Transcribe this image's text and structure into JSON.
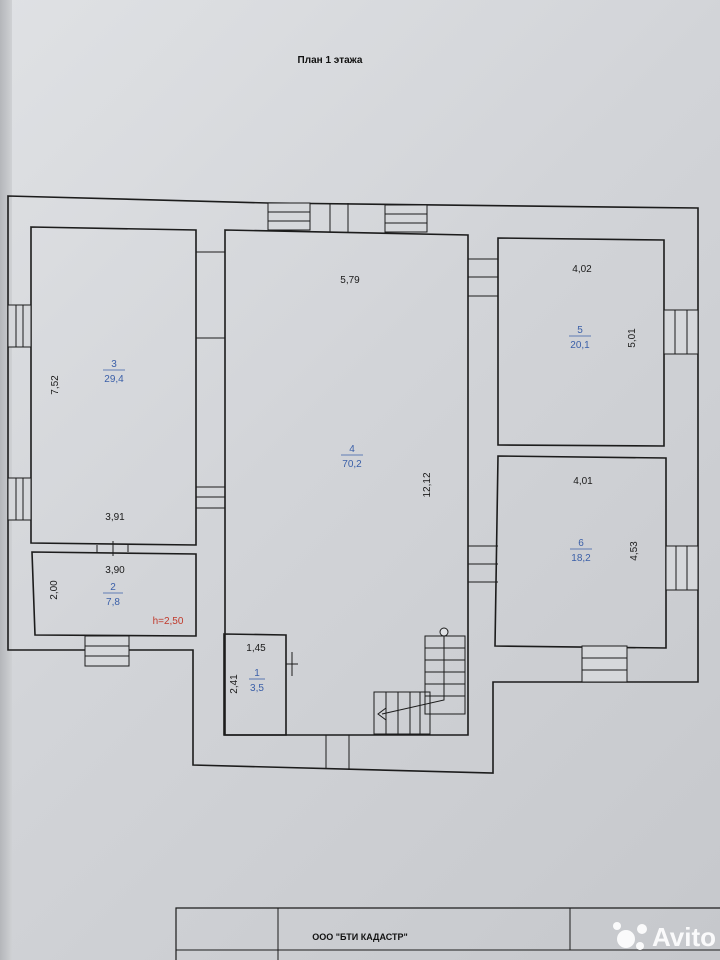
{
  "plan_title": "План 1 этажа",
  "rooms": [
    {
      "id": "1",
      "number": "1",
      "area": "3,5",
      "width": "1,45",
      "height": "2,41"
    },
    {
      "id": "2",
      "number": "2",
      "area": "7,8",
      "width": "3,90",
      "height": "2,00",
      "note": "h=2,50"
    },
    {
      "id": "3",
      "number": "3",
      "area": "29,4",
      "width": "3,91",
      "height": "7,52"
    },
    {
      "id": "4",
      "number": "4",
      "area": "70,2",
      "width": "5,79",
      "height": "12,12"
    },
    {
      "id": "5",
      "number": "5",
      "area": "20,1",
      "width": "4,02",
      "height": "5,01"
    },
    {
      "id": "6",
      "number": "6",
      "area": "18,2",
      "width": "4,01",
      "height": "4,53"
    }
  ],
  "stamp": {
    "company": "ООО \"БТИ КАДАСТР\""
  },
  "watermark": {
    "brand": "Avito"
  },
  "colors": {
    "line": "#1c1c1c",
    "room_number": "#3a5fa8",
    "note": "#c0392b"
  }
}
